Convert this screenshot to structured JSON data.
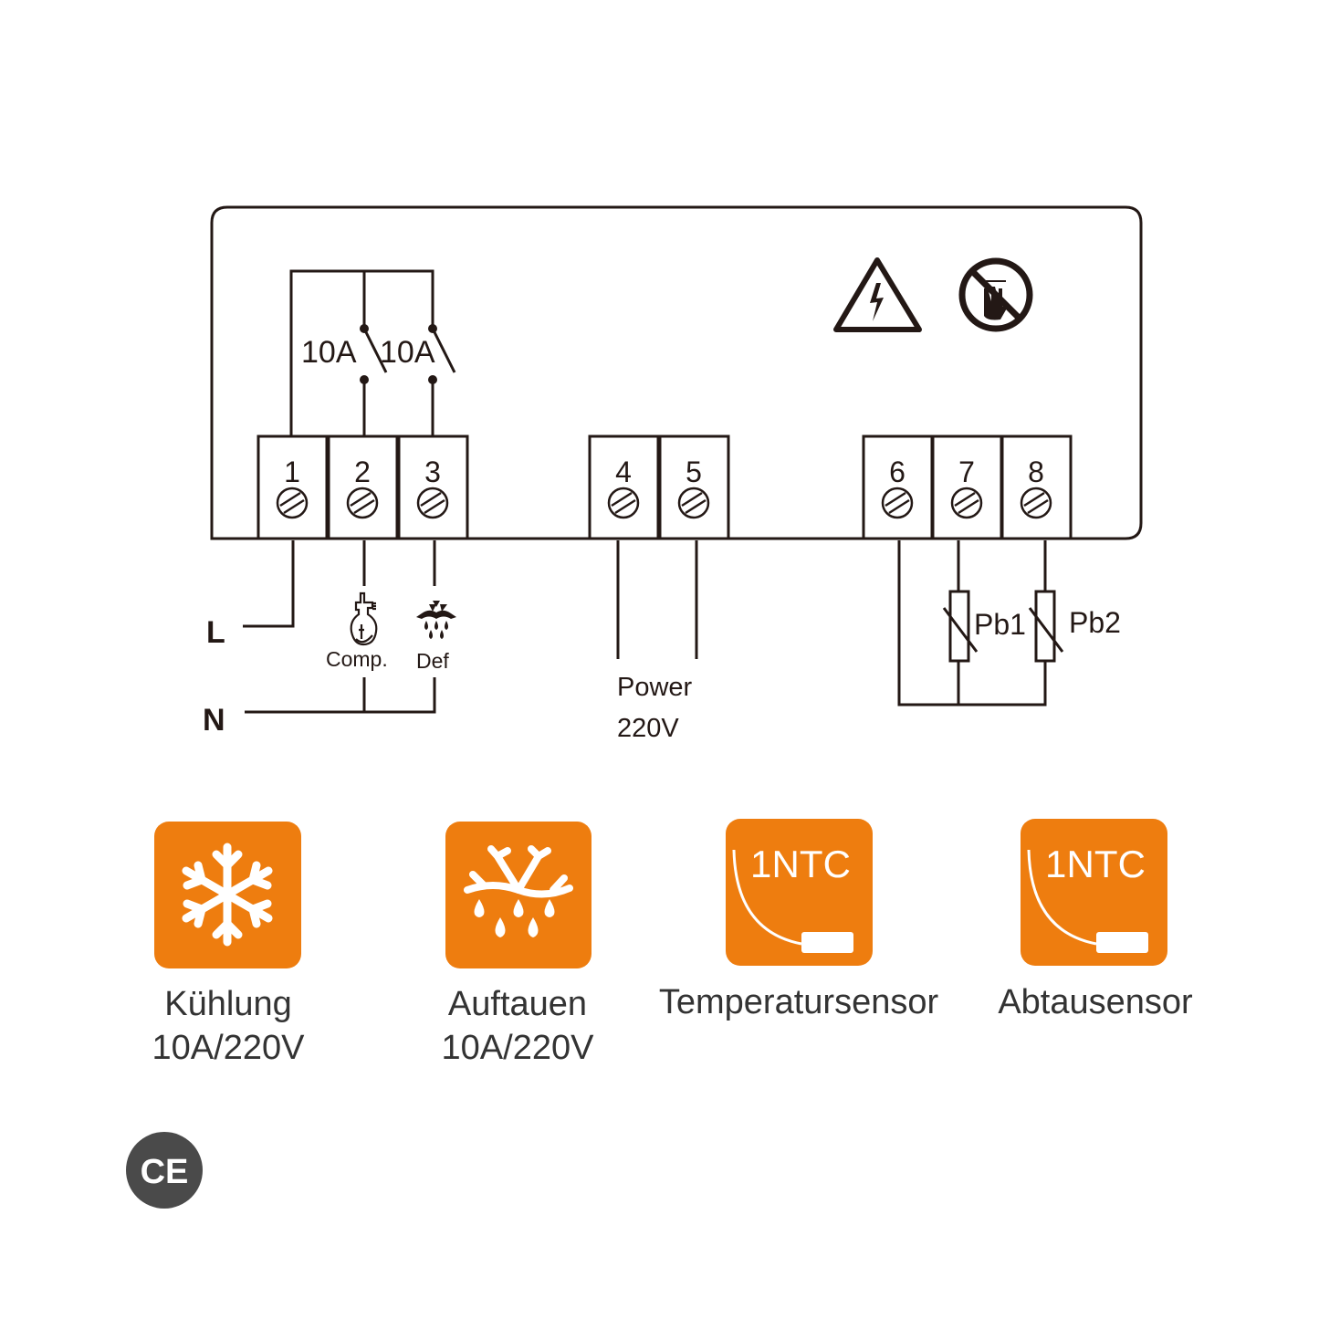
{
  "diagram": {
    "terminals": [
      {
        "id": "1"
      },
      {
        "id": "2"
      },
      {
        "id": "3"
      },
      {
        "id": "4"
      },
      {
        "id": "5"
      },
      {
        "id": "6"
      },
      {
        "id": "7"
      },
      {
        "id": "8"
      }
    ],
    "relay_ratings": [
      "10A",
      "10A"
    ],
    "line_labels": {
      "live": "L",
      "neutral": "N"
    },
    "loads": {
      "compressor": "Comp.",
      "defrost": "Def"
    },
    "power": {
      "line1": "Power",
      "line2": "220V"
    },
    "probes": [
      "Pb1",
      "Pb2"
    ],
    "warning_icons": [
      "high-voltage-warning",
      "do-not-touch"
    ]
  },
  "features": [
    {
      "icon": "snowflake",
      "title": "Kühlung",
      "subtitle": "10A/220V"
    },
    {
      "icon": "defrost",
      "title": "Auftauen",
      "subtitle": "10A/220V"
    },
    {
      "icon": "ntc-sensor",
      "badge": "1NTC",
      "title": "Temperatursensor"
    },
    {
      "icon": "ntc-sensor",
      "badge": "1NTC",
      "title": "Abtausensor"
    }
  ],
  "certification": "CE",
  "colors": {
    "accent": "#ee7d0f",
    "line": "#231815",
    "text": "#333333",
    "ce": "#4a4a4a"
  }
}
